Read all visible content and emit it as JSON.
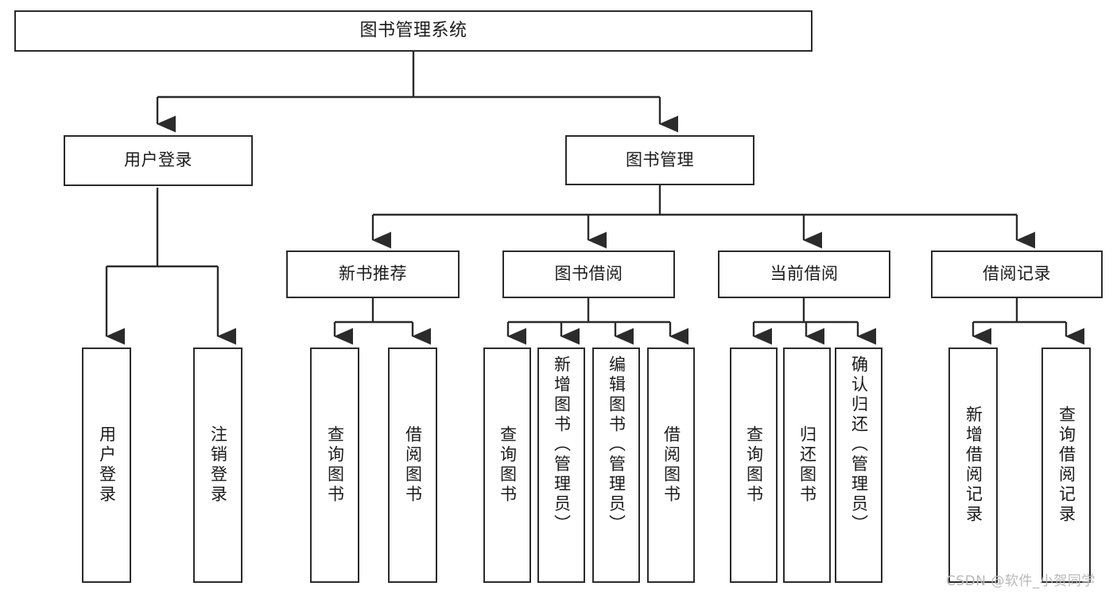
{
  "diagram": {
    "type": "tree-hierarchy",
    "title": "图书管理系统",
    "theme": {
      "background": "#ffffff",
      "box_border": "#2b2b2b",
      "box_fill": "#ffffff",
      "text": "#1b1b1b",
      "connector": "#2b2b2b",
      "watermark": "#b9b9b9"
    },
    "levels": [
      {
        "level": 1,
        "nodes": [
          "root"
        ]
      },
      {
        "level": 2,
        "nodes": [
          "user-login",
          "book-management"
        ]
      },
      {
        "level": 3,
        "nodes": [
          "new-book-recommend",
          "book-borrow",
          "current-borrow",
          "borrow-record"
        ]
      },
      {
        "level": 4,
        "nodes": [
          "leaf-1",
          "leaf-2",
          "leaf-3",
          "leaf-4",
          "leaf-5",
          "leaf-6",
          "leaf-7",
          "leaf-8",
          "leaf-9",
          "leaf-10",
          "leaf-11",
          "leaf-12",
          "leaf-13"
        ]
      }
    ],
    "nodes": {
      "root": {
        "label": "图书管理系统",
        "orientation": "horizontal"
      },
      "user_login": {
        "label": "用户登录",
        "orientation": "horizontal"
      },
      "book_management": {
        "label": "图书管理",
        "orientation": "horizontal"
      },
      "new_book_recommend": {
        "label": "新书推荐",
        "orientation": "horizontal"
      },
      "book_borrow": {
        "label": "图书借阅",
        "orientation": "horizontal"
      },
      "current_borrow": {
        "label": "当前借阅",
        "orientation": "horizontal"
      },
      "borrow_record": {
        "label": "借阅记录",
        "orientation": "horizontal"
      }
    },
    "leaves": [
      {
        "id": "leaf-1",
        "label": "用户登录",
        "parent": "用户登录"
      },
      {
        "id": "leaf-2",
        "label": "注销登录",
        "parent": "用户登录"
      },
      {
        "id": "leaf-3",
        "label": "查询图书",
        "parent": "新书推荐"
      },
      {
        "id": "leaf-4",
        "label": "借阅图书",
        "parent": "新书推荐"
      },
      {
        "id": "leaf-5",
        "label": "查询图书",
        "parent": "图书借阅"
      },
      {
        "id": "leaf-6",
        "label": "新增图书（管理员）",
        "parent": "图书借阅"
      },
      {
        "id": "leaf-7",
        "label": "编辑图书（管理员）",
        "parent": "图书借阅"
      },
      {
        "id": "leaf-8",
        "label": "借阅图书",
        "parent": "图书借阅"
      },
      {
        "id": "leaf-9",
        "label": "查询图书",
        "parent": "当前借阅"
      },
      {
        "id": "leaf-10",
        "label": "归还图书",
        "parent": "当前借阅"
      },
      {
        "id": "leaf-11",
        "label": "确认归还（管理员）",
        "parent": "当前借阅"
      },
      {
        "id": "leaf-12",
        "label": "新增借阅记录",
        "parent": "借阅记录"
      },
      {
        "id": "leaf-13",
        "label": "查询借阅记录",
        "parent": "借阅记录"
      }
    ],
    "watermark": "CSDN @软件_小贺同学"
  }
}
